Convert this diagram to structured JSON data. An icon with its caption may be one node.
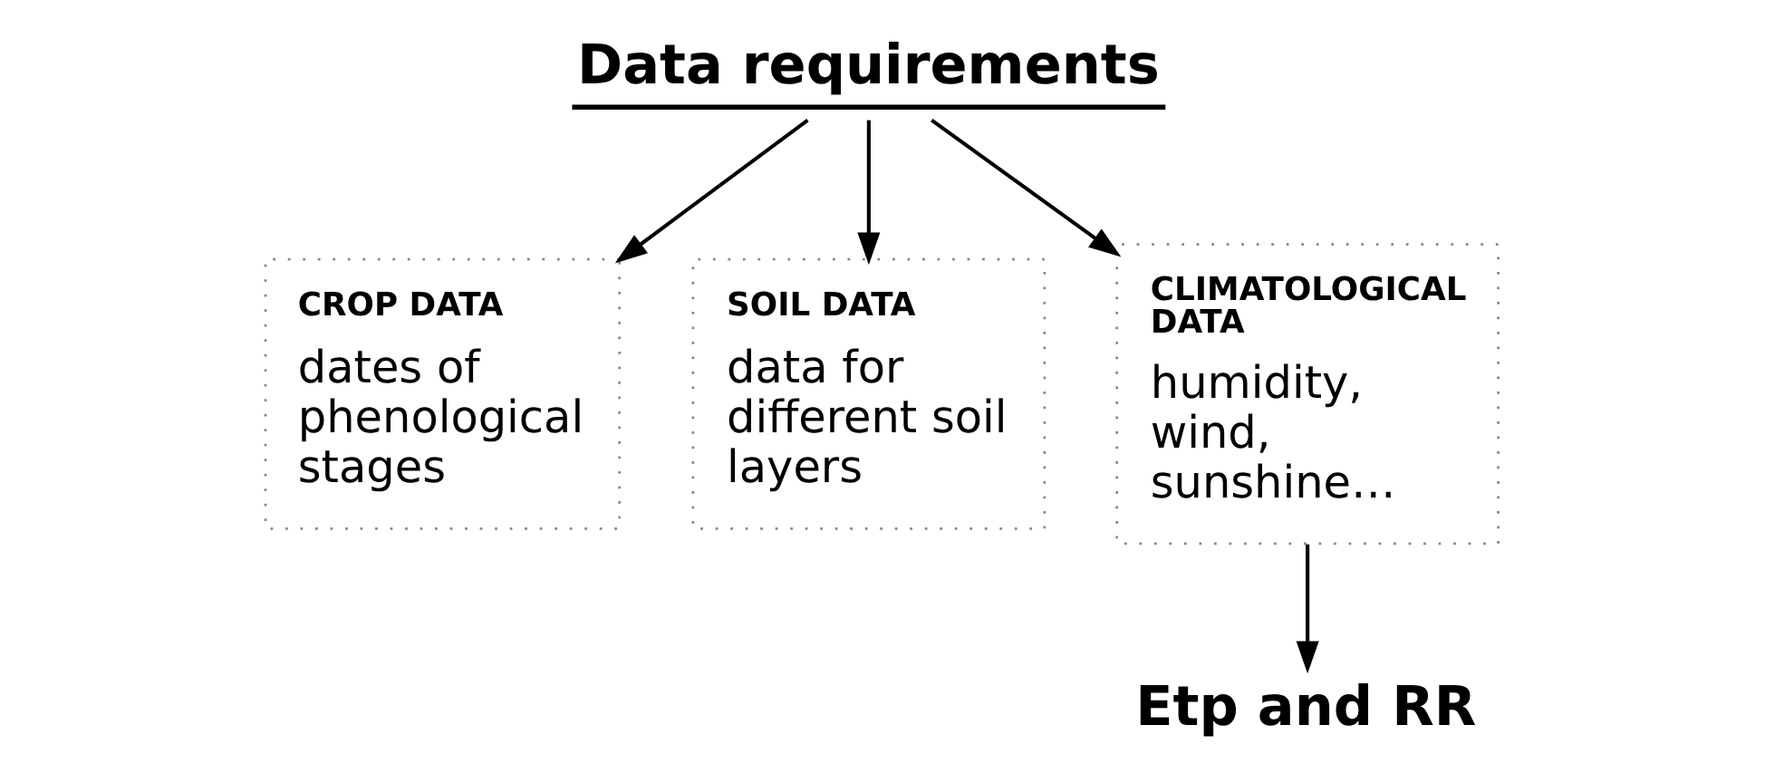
{
  "diagram": {
    "nodes": [
      {
        "text": [
          "Data requirements"
        ]
      },
      {
        "text": [
          "CROP DATA",
          "dates of phenological stages"
        ]
      },
      {
        "text": [
          "SOIL DATA",
          "data for different soil layers"
        ]
      },
      {
        "text": [
          "CLIMATOLOGICAL DATA",
          "humidity, wind, sunshine…"
        ]
      },
      {
        "text": [
          "Etp and RR"
        ]
      }
    ],
    "edges": [
      {
        "from": 0,
        "to": 1,
        "arrow": "to"
      },
      {
        "from": 0,
        "to": 2,
        "arrow": "to"
      },
      {
        "from": 0,
        "to": 3,
        "arrow": "to"
      },
      {
        "from": 3,
        "to": 4,
        "arrow": "to"
      }
    ]
  }
}
